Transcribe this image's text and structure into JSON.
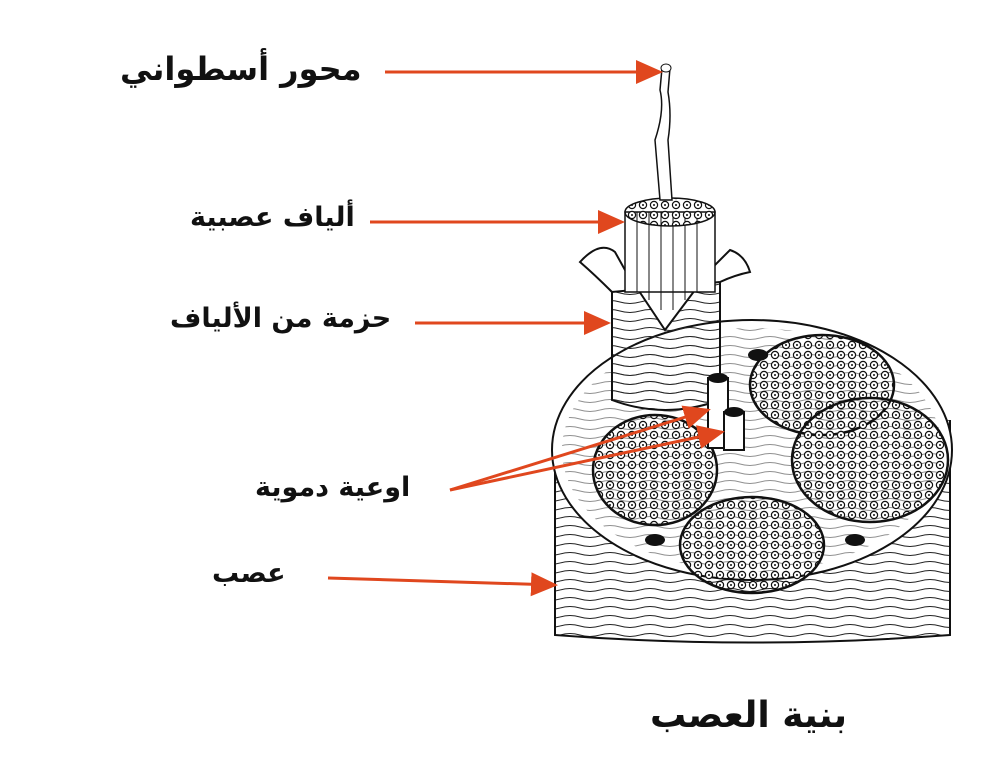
{
  "title": "بنية العصب",
  "labels": {
    "axon": "محور أسطواني",
    "nerve_fibers": "ألياف عصبية",
    "fiber_bundle": "حزمة من الألياف",
    "blood_vessels": "اوعية دموية",
    "nerve": "عصب"
  },
  "colors": {
    "arrow": "#e0471e",
    "ink": "#111111"
  }
}
